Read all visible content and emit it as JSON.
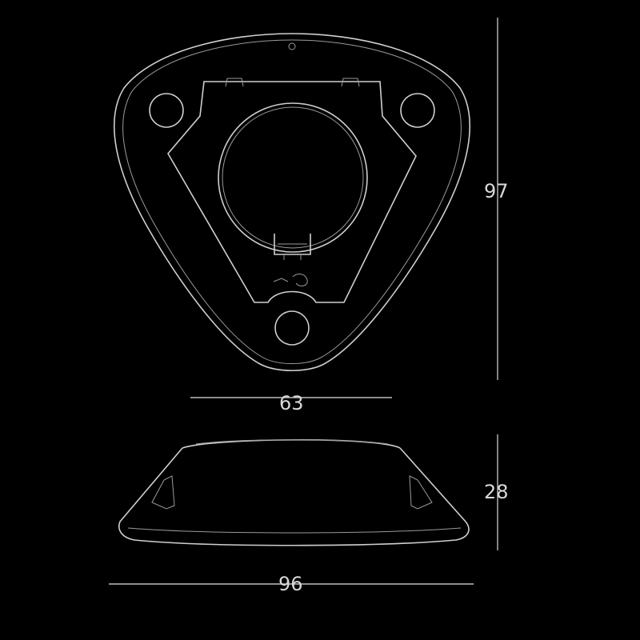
{
  "colors": {
    "background": "#000000",
    "line": "#cfcfcf",
    "text": "#d8d8d8"
  },
  "dimensions": {
    "height_top": "97",
    "width_top": "63",
    "height_side": "28",
    "width_side": "96"
  }
}
